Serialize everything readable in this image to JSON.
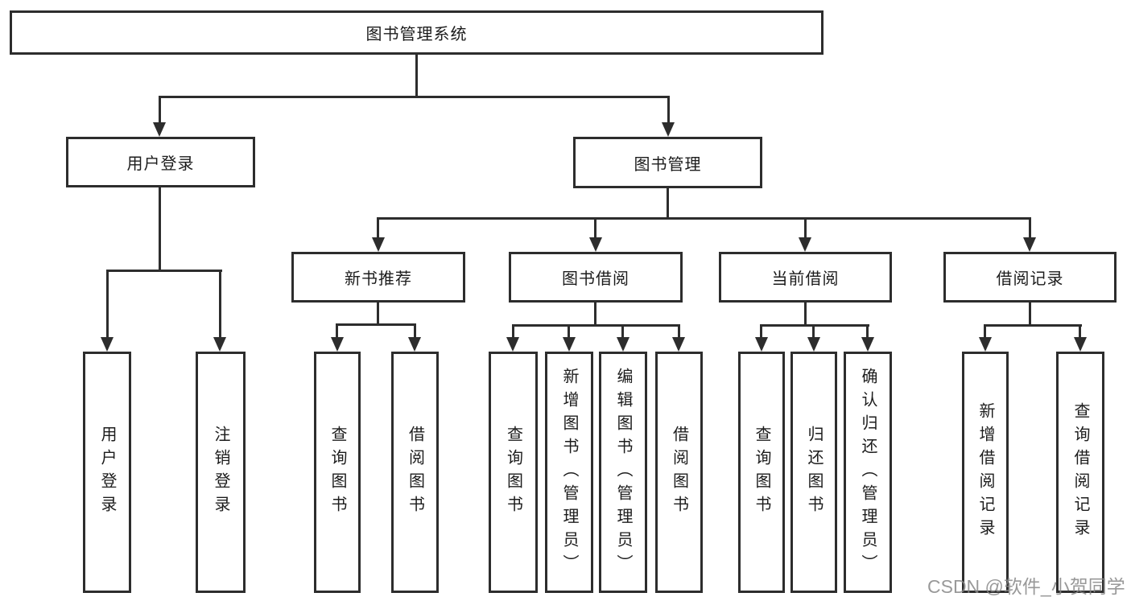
{
  "diagram_type": "hierarchy-tree",
  "tree": {
    "label": "图书管理系统",
    "children": [
      {
        "label": "用户登录",
        "children": [
          {
            "label": "用户登录"
          },
          {
            "label": "注销登录"
          }
        ]
      },
      {
        "label": "图书管理",
        "children": [
          {
            "label": "新书推荐",
            "children": [
              {
                "label": "查询图书"
              },
              {
                "label": "借阅图书"
              }
            ]
          },
          {
            "label": "图书借阅",
            "children": [
              {
                "label": "查询图书"
              },
              {
                "label": "新增图书（管理员）"
              },
              {
                "label": "编辑图书（管理员）"
              },
              {
                "label": "借阅图书"
              }
            ]
          },
          {
            "label": "当前借阅",
            "children": [
              {
                "label": "查询图书"
              },
              {
                "label": "归还图书"
              },
              {
                "label": "确认归还（管理员）"
              }
            ]
          },
          {
            "label": "借阅记录",
            "children": [
              {
                "label": "新增借阅记录"
              },
              {
                "label": "查询借阅记录"
              }
            ]
          }
        ]
      }
    ]
  },
  "watermark": {
    "text": "CSDN @软件_小贺同学"
  },
  "colors": {
    "line": "#2d2d2d",
    "text": "#1c1c1c",
    "background": "#ffffff",
    "watermark": "#878787"
  }
}
